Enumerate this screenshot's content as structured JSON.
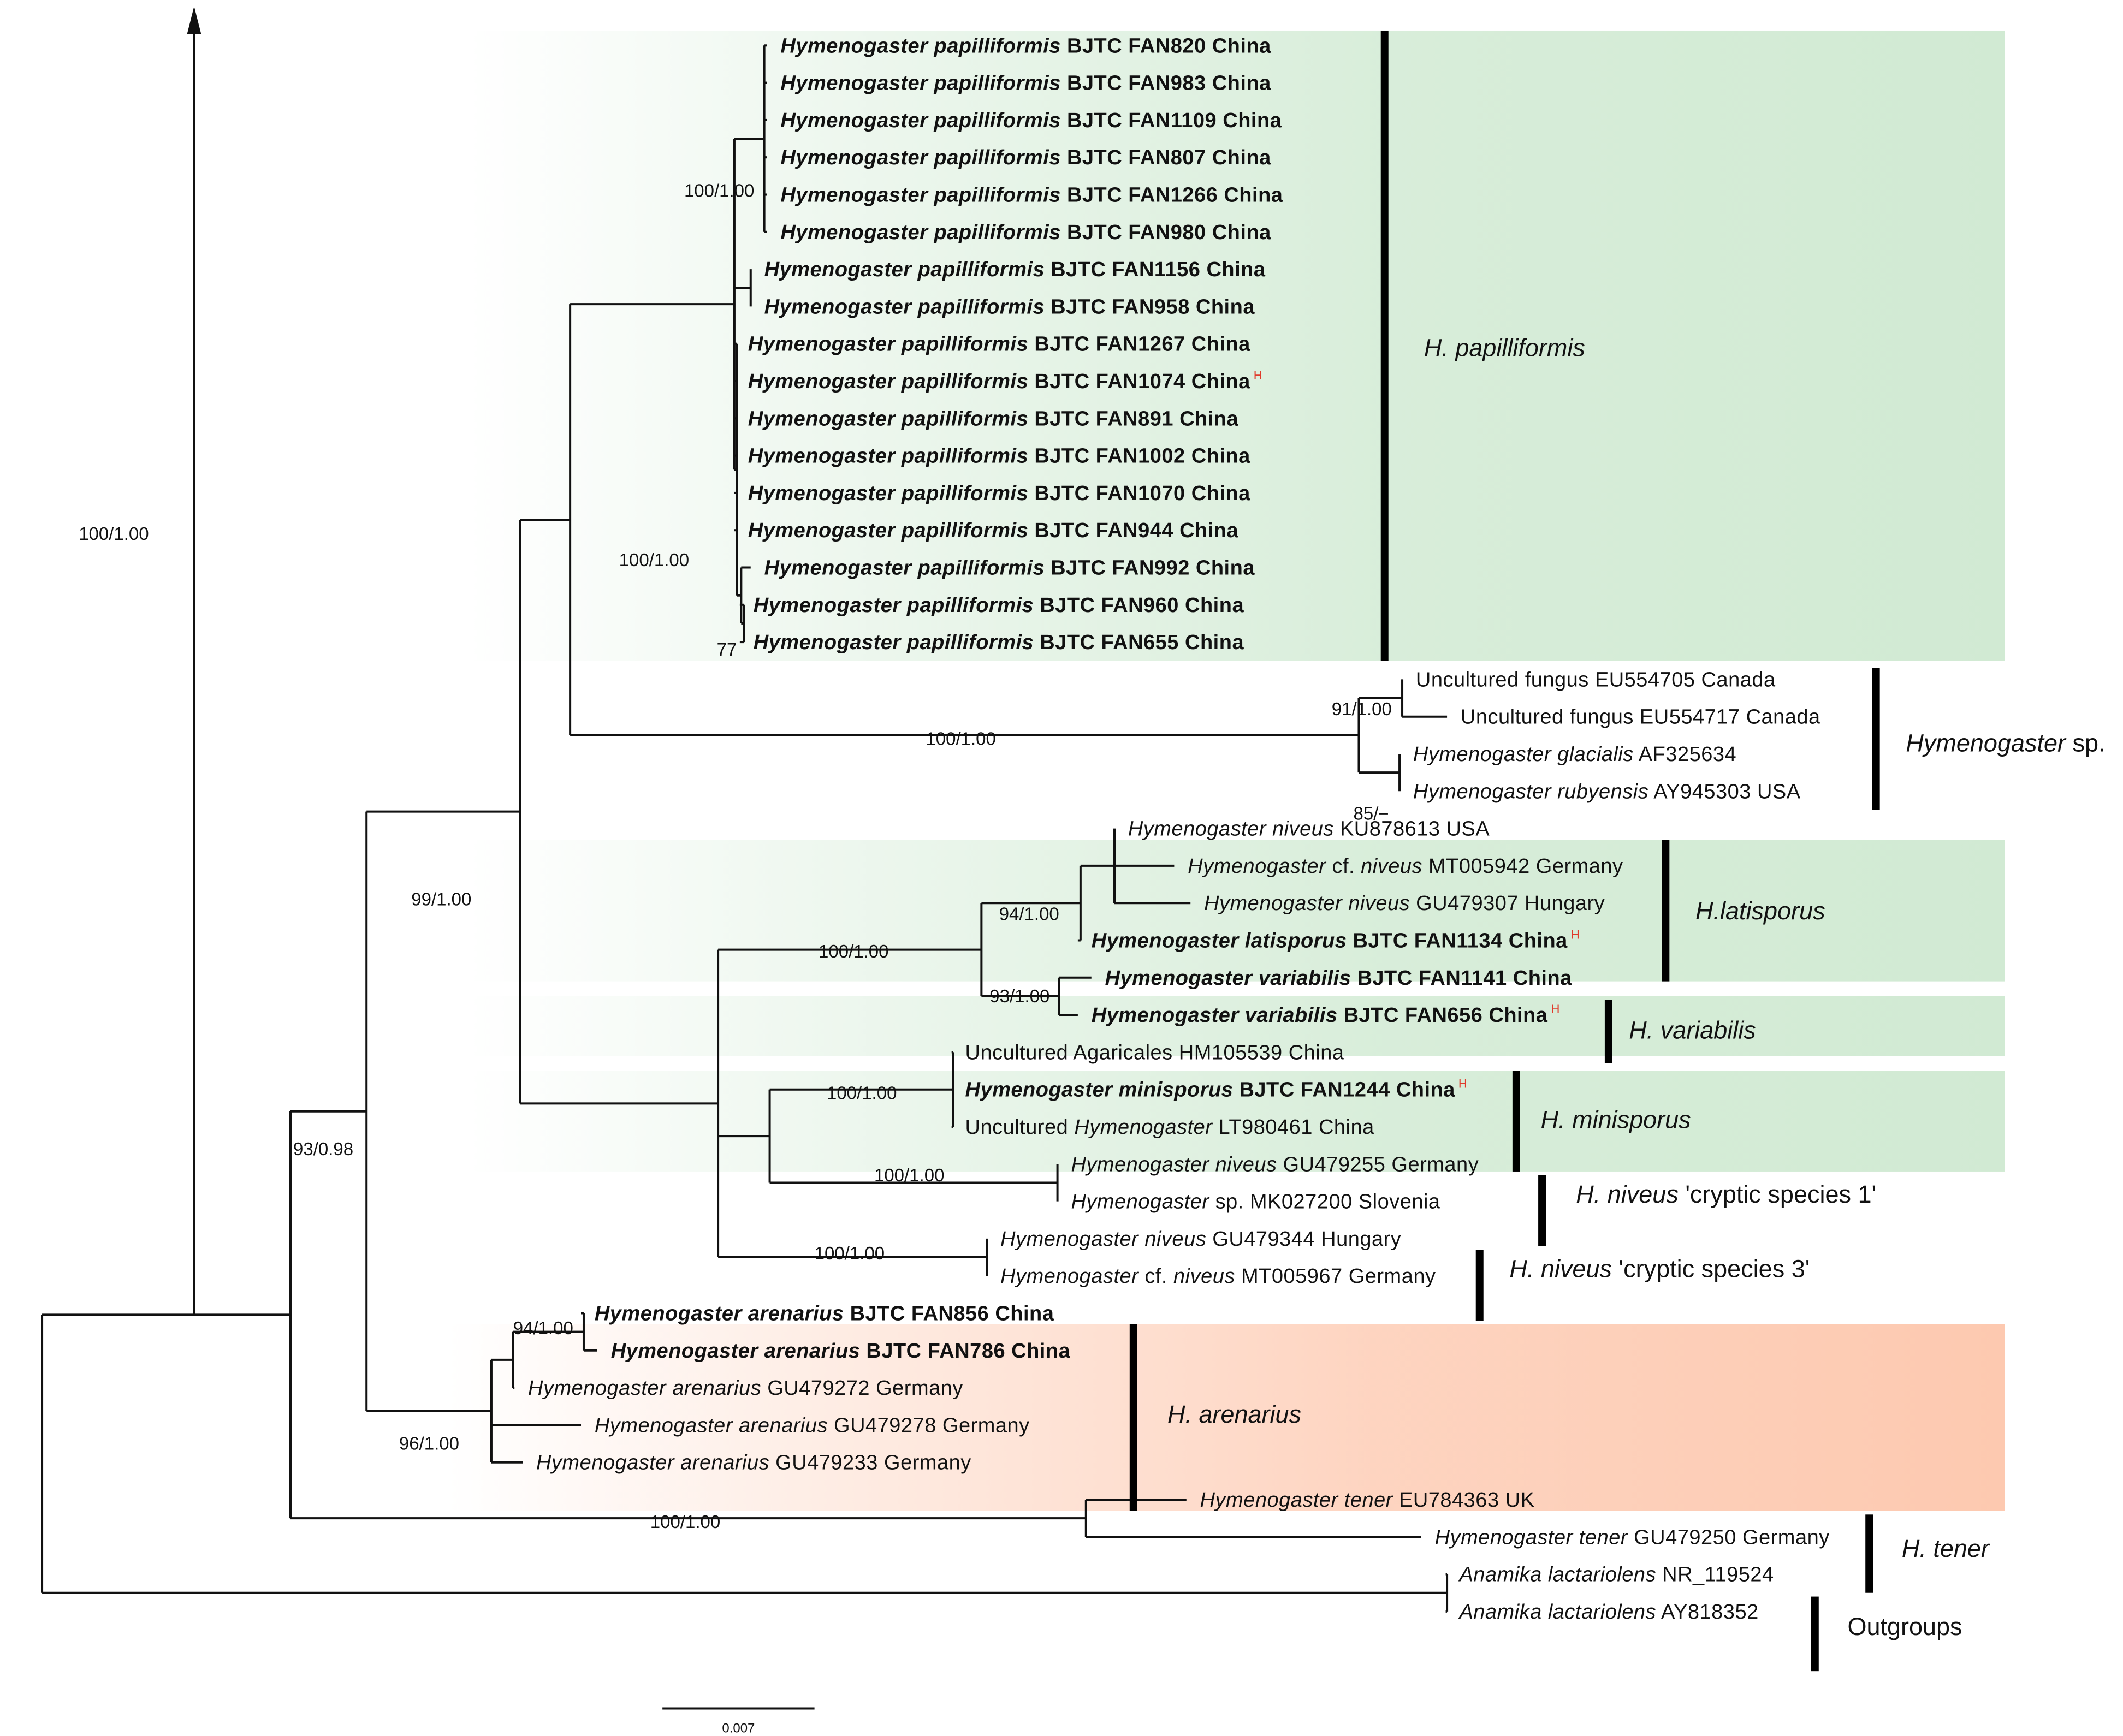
{
  "colors": {
    "branch": "#111111",
    "clade_bar": "#000000",
    "green_band": "#d1ead3",
    "orange_band": "#fdc9b0",
    "holotype_mark": "#e03a2a"
  },
  "root_arrow": "arrow-up-icon",
  "terminals": [
    {
      "genus": "Hymenogaster",
      "epithet": "papilliformis",
      "qualifier": "",
      "voucher": "BJTC FAN820",
      "locality": "China",
      "holotype": false,
      "bold": true
    },
    {
      "genus": "Hymenogaster",
      "epithet": "papilliformis",
      "qualifier": "",
      "voucher": "BJTC FAN983",
      "locality": "China",
      "holotype": false,
      "bold": true
    },
    {
      "genus": "Hymenogaster",
      "epithet": "papilliformis",
      "qualifier": "",
      "voucher": "BJTC FAN1109",
      "locality": "China",
      "holotype": false,
      "bold": true
    },
    {
      "genus": "Hymenogaster",
      "epithet": "papilliformis",
      "qualifier": "",
      "voucher": "BJTC FAN807",
      "locality": "China",
      "holotype": false,
      "bold": true
    },
    {
      "genus": "Hymenogaster",
      "epithet": "papilliformis",
      "qualifier": "",
      "voucher": "BJTC FAN1266",
      "locality": "China",
      "holotype": false,
      "bold": true
    },
    {
      "genus": "Hymenogaster",
      "epithet": "papilliformis",
      "qualifier": "",
      "voucher": "BJTC FAN980",
      "locality": "China",
      "holotype": false,
      "bold": true
    },
    {
      "genus": "Hymenogaster",
      "epithet": "papilliformis",
      "qualifier": "",
      "voucher": "BJTC FAN1156",
      "locality": "China",
      "holotype": false,
      "bold": true
    },
    {
      "genus": "Hymenogaster",
      "epithet": "papilliformis",
      "qualifier": "",
      "voucher": "BJTC FAN958",
      "locality": "China",
      "holotype": false,
      "bold": true
    },
    {
      "genus": "Hymenogaster",
      "epithet": "papilliformis",
      "qualifier": "",
      "voucher": "BJTC FAN1267",
      "locality": "China",
      "holotype": false,
      "bold": true
    },
    {
      "genus": "Hymenogaster",
      "epithet": "papilliformis",
      "qualifier": "",
      "voucher": "BJTC FAN1074",
      "locality": "China",
      "holotype": true,
      "bold": true
    },
    {
      "genus": "Hymenogaster",
      "epithet": "papilliformis",
      "qualifier": "",
      "voucher": "BJTC FAN891",
      "locality": "China",
      "holotype": false,
      "bold": true
    },
    {
      "genus": "Hymenogaster",
      "epithet": "papilliformis",
      "qualifier": "",
      "voucher": "BJTC FAN1002",
      "locality": "China",
      "holotype": false,
      "bold": true
    },
    {
      "genus": "Hymenogaster",
      "epithet": "papilliformis",
      "qualifier": "",
      "voucher": "BJTC FAN1070",
      "locality": "China",
      "holotype": false,
      "bold": true
    },
    {
      "genus": "Hymenogaster",
      "epithet": "papilliformis",
      "qualifier": "",
      "voucher": "BJTC FAN944",
      "locality": "China",
      "holotype": false,
      "bold": true
    },
    {
      "genus": "Hymenogaster",
      "epithet": "papilliformis",
      "qualifier": "",
      "voucher": "BJTC FAN992",
      "locality": "China",
      "holotype": false,
      "bold": true
    },
    {
      "genus": "Hymenogaster",
      "epithet": "papilliformis",
      "qualifier": "",
      "voucher": "BJTC FAN960",
      "locality": "China",
      "holotype": false,
      "bold": true
    },
    {
      "genus": "Hymenogaster",
      "epithet": "papilliformis",
      "qualifier": "",
      "voucher": "BJTC FAN655",
      "locality": "China",
      "holotype": false,
      "bold": true
    },
    {
      "genus": "Uncultured fungus",
      "epithet": "",
      "qualifier": "",
      "voucher": "EU554705",
      "locality": "Canada",
      "holotype": false,
      "bold": false,
      "genus_italic": false
    },
    {
      "genus": "Uncultured fungus",
      "epithet": "",
      "qualifier": "",
      "voucher": "EU554717",
      "locality": "Canada",
      "holotype": false,
      "bold": false,
      "genus_italic": false
    },
    {
      "genus": "Hymenogaster",
      "epithet": "glacialis",
      "qualifier": "",
      "voucher": "AF325634",
      "locality": "",
      "holotype": false,
      "bold": false
    },
    {
      "genus": "Hymenogaster",
      "epithet": "rubyensis",
      "qualifier": "",
      "voucher": "AY945303",
      "locality": "USA",
      "holotype": false,
      "bold": false
    },
    {
      "genus": "Hymenogaster",
      "epithet": "niveus",
      "qualifier": "",
      "voucher": "KU878613",
      "locality": "USA",
      "holotype": false,
      "bold": false
    },
    {
      "genus": "Hymenogaster",
      "epithet": "niveus",
      "qualifier": "cf.",
      "voucher": "MT005942",
      "locality": "Germany",
      "holotype": false,
      "bold": false
    },
    {
      "genus": "Hymenogaster",
      "epithet": "niveus",
      "qualifier": "",
      "voucher": "GU479307",
      "locality": "Hungary",
      "holotype": false,
      "bold": false
    },
    {
      "genus": "Hymenogaster",
      "epithet": "latisporus",
      "qualifier": "",
      "voucher": "BJTC FAN1134",
      "locality": "China",
      "holotype": true,
      "bold": true
    },
    {
      "genus": "Hymenogaster",
      "epithet": "variabilis",
      "qualifier": "",
      "voucher": "BJTC FAN1141",
      "locality": "China",
      "holotype": false,
      "bold": true
    },
    {
      "genus": "Hymenogaster",
      "epithet": "variabilis",
      "qualifier": "",
      "voucher": "BJTC FAN656",
      "locality": "China",
      "holotype": true,
      "bold": true
    },
    {
      "genus": "Uncultured Agaricales",
      "epithet": "",
      "qualifier": "",
      "voucher": "HM105539",
      "locality": "China",
      "holotype": false,
      "bold": false,
      "genus_italic": false
    },
    {
      "genus": "Hymenogaster",
      "epithet": "minisporus",
      "qualifier": "",
      "voucher": "BJTC FAN1244",
      "locality": "China",
      "holotype": true,
      "bold": true
    },
    {
      "genus": "Hymenogaster",
      "epithet": "",
      "qualifier": "",
      "prefix": "Uncultured",
      "voucher": "LT980461",
      "locality": "China",
      "holotype": false,
      "bold": false
    },
    {
      "genus": "Hymenogaster",
      "epithet": "niveus",
      "qualifier": "",
      "voucher": "GU479255",
      "locality": "Germany",
      "holotype": false,
      "bold": false
    },
    {
      "genus": "Hymenogaster",
      "epithet": "",
      "qualifier": "",
      "suffix": "sp.",
      "voucher": "MK027200",
      "locality": "Slovenia",
      "holotype": false,
      "bold": false
    },
    {
      "genus": "Hymenogaster",
      "epithet": "niveus",
      "qualifier": "",
      "voucher": "GU479344",
      "locality": "Hungary",
      "holotype": false,
      "bold": false
    },
    {
      "genus": "Hymenogaster",
      "epithet": "niveus",
      "qualifier": "cf.",
      "voucher": "MT005967",
      "locality": "Germany",
      "holotype": false,
      "bold": false
    },
    {
      "genus": "Hymenogaster",
      "epithet": "arenarius",
      "qualifier": "",
      "voucher": "BJTC FAN856",
      "locality": "China",
      "holotype": false,
      "bold": true
    },
    {
      "genus": "Hymenogaster",
      "epithet": "arenarius",
      "qualifier": "",
      "voucher": "BJTC FAN786",
      "locality": "China",
      "holotype": false,
      "bold": true
    },
    {
      "genus": "Hymenogaster",
      "epithet": "arenarius",
      "qualifier": "",
      "voucher": "GU479272",
      "locality": "Germany",
      "holotype": false,
      "bold": false
    },
    {
      "genus": "Hymenogaster",
      "epithet": "arenarius",
      "qualifier": "",
      "voucher": "GU479278",
      "locality": "Germany",
      "holotype": false,
      "bold": false
    },
    {
      "genus": "Hymenogaster",
      "epithet": "arenarius",
      "qualifier": "",
      "voucher": "GU479233",
      "locality": "Germany",
      "holotype": false,
      "bold": false
    },
    {
      "genus": "Hymenogaster",
      "epithet": "tener",
      "qualifier": "",
      "voucher": "EU784363",
      "locality": "UK",
      "holotype": false,
      "bold": false
    },
    {
      "genus": "Hymenogaster",
      "epithet": "tener",
      "qualifier": "",
      "voucher": "GU479250",
      "locality": "Germany",
      "holotype": false,
      "bold": false
    },
    {
      "genus": "Anamika",
      "epithet": "lactariolens",
      "qualifier": "",
      "voucher": "NR_119524",
      "locality": "",
      "holotype": false,
      "bold": false
    },
    {
      "genus": "Anamika",
      "epithet": "lactariolens",
      "qualifier": "",
      "voucher": "AY818352",
      "locality": "",
      "holotype": false,
      "bold": false
    }
  ],
  "holotype_mark": "H",
  "supports": [
    {
      "label": "100/1.00",
      "node": "root-ingroup"
    },
    {
      "label": "100/1.00",
      "node": "papilliformis-inner"
    },
    {
      "label": "77",
      "node": "papilliformis-sub"
    },
    {
      "label": "100/1.00",
      "node": "papilliformis-crown"
    },
    {
      "label": "91/1.00",
      "node": "uncultured-canada"
    },
    {
      "label": "85/−",
      "node": "glacialis-rubyensis"
    },
    {
      "label": "100/1.00",
      "node": "hymenogaster-sp-stem"
    },
    {
      "label": "99/1.00",
      "node": "big-clade"
    },
    {
      "label": "94/1.00",
      "node": "latisporus"
    },
    {
      "label": "100/1.00",
      "node": "latisporus-variabilis"
    },
    {
      "label": "93/1.00",
      "node": "variabilis"
    },
    {
      "label": "100/1.00",
      "node": "minisporus"
    },
    {
      "label": "100/1.00",
      "node": "niveus-cs1"
    },
    {
      "label": "100/1.00",
      "node": "niveus-cs3"
    },
    {
      "label": "93/0.98",
      "node": "ingroup-core"
    },
    {
      "label": "94/1.00",
      "node": "arenarius-china"
    },
    {
      "label": "96/1.00",
      "node": "arenarius"
    },
    {
      "label": "100/1.00",
      "node": "tener"
    }
  ],
  "clades": [
    {
      "id": "papilliformis",
      "label_italic": "H. papilliformis",
      "label_plain": "",
      "band": "green"
    },
    {
      "id": "hymenogaster-sp",
      "label_italic": "Hymenogaster",
      "label_plain": " sp.",
      "band": ""
    },
    {
      "id": "latisporus",
      "label_italic": "H.latisporus",
      "label_plain": "",
      "band": "green"
    },
    {
      "id": "variabilis",
      "label_italic": "H. variabilis",
      "label_plain": "",
      "band": "green"
    },
    {
      "id": "minisporus",
      "label_italic": "H. minisporus",
      "label_plain": "",
      "band": "green"
    },
    {
      "id": "niveus-cs1",
      "label_italic": "H. niveus",
      "label_plain": " 'cryptic species 1'",
      "band": ""
    },
    {
      "id": "niveus-cs3",
      "label_italic": "H. niveus",
      "label_plain": " 'cryptic species 3'",
      "band": ""
    },
    {
      "id": "arenarius",
      "label_italic": "H. arenarius",
      "label_plain": "",
      "band": "orange"
    },
    {
      "id": "tener",
      "label_italic": "H. tener",
      "label_plain": "",
      "band": ""
    },
    {
      "id": "outgroups",
      "label_italic": "",
      "label_plain": "Outgroups",
      "band": ""
    }
  ],
  "scale_bar": {
    "label": "0.007"
  }
}
